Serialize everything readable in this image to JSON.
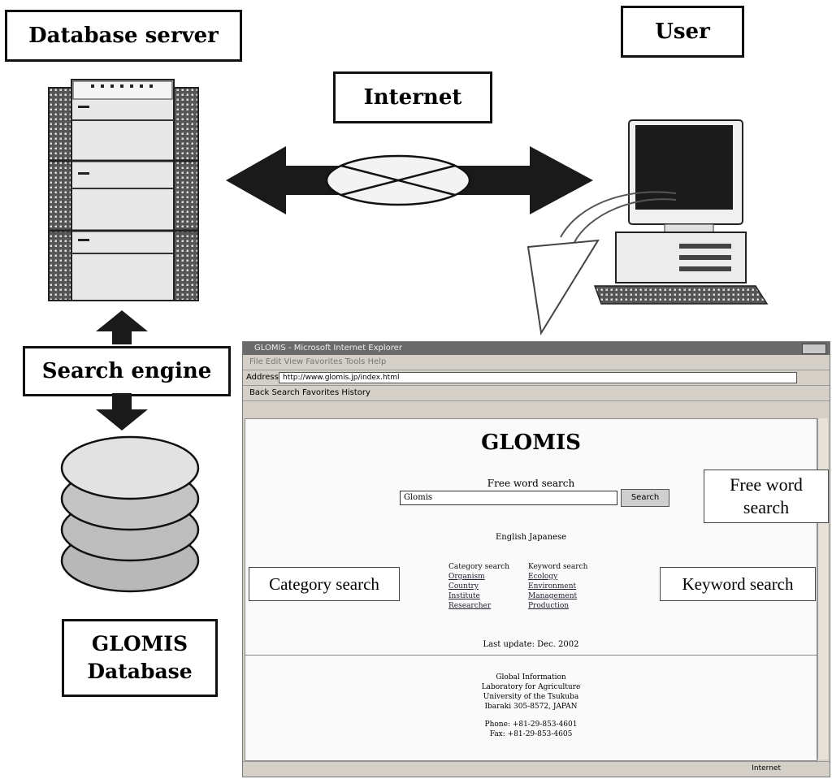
{
  "labels": {
    "database_server": "Database server",
    "user": "User",
    "internet": "Internet",
    "search_engine": "Search engine",
    "glomis_db_line1": "GLOMIS",
    "glomis_db_line2": "Database",
    "free_word_line1": "Free word",
    "free_word_line2": "search",
    "category_search": "Category search",
    "keyword_search": "Keyword search"
  },
  "browser": {
    "title": "GLOMIS - Microsoft Internet Explorer",
    "menu": "File  Edit  View  Favorites  Tools  Help",
    "address_label": "Address",
    "address_url": "http://www.glomis.jp/index.html",
    "links": "Back  Search  Favorites  History",
    "status": "Internet"
  },
  "page": {
    "title": "GLOMIS",
    "free_word_label": "Free word search",
    "search_value": "Glomis",
    "search_button": "Search",
    "languages": "English    Japanese",
    "category_header": "Category search",
    "category_links": [
      "Organism",
      "Country",
      "Institute",
      "Researcher"
    ],
    "keyword_header": "Keyword search",
    "keyword_links": [
      "Ecology",
      "Environment",
      "Management",
      "Production"
    ],
    "updated": "Last update: Dec. 2002",
    "address_lines": [
      "Global Information",
      "Laboratory for Agriculture",
      "University of the Tsukuba",
      "Ibaraki 305-8572, JAPAN"
    ],
    "contact_lines": [
      "Phone: +81-29-853-4601",
      "Fax: +81-29-853-4605"
    ]
  }
}
